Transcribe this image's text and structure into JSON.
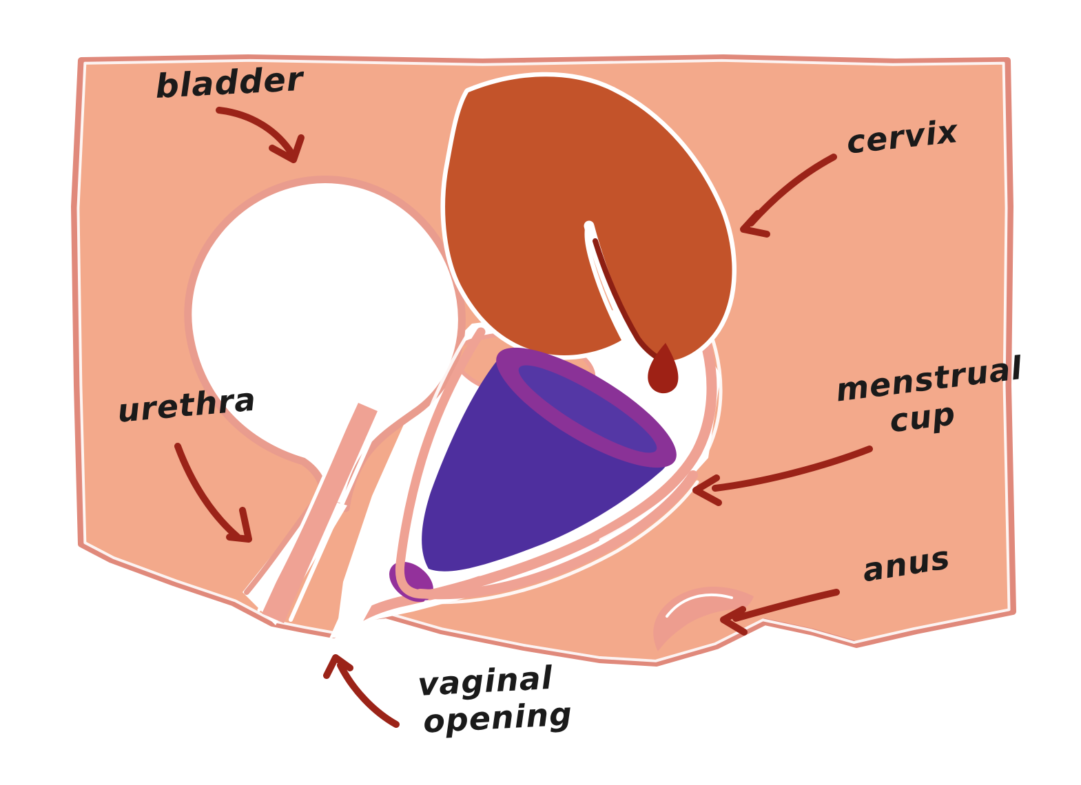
{
  "figure": {
    "kind": "hand-drawn anatomical side-view illustration",
    "subject": "pelvic cross-section showing a menstrual cup worn inside the vagina",
    "labels": {
      "bladder": "bladder",
      "cervix": "cervix",
      "urethra": "urethra",
      "menstrual_cup": {
        "line1": "menstrual",
        "line2": "cup"
      },
      "anus": "anus",
      "vaginal_opening": {
        "line1": "vaginal",
        "line2": "opening"
      }
    }
  },
  "colors": {
    "background": "#ffffff",
    "skin": "#f3a98b",
    "skin-border": "#e0897b",
    "canal-wall": "#efa294",
    "bladder-outline": "#e99c8e",
    "uterus": "#c3532a",
    "blood": "#9e2115",
    "blood-line": "#8d1f13",
    "cup-body": "#4e2f9e",
    "cup-rim": "#8a3297",
    "cup-inner": "#5437a5",
    "cup-stem": "#93319b",
    "anus-fold": "#ed9d8f",
    "arrow": "#9b2318",
    "label-text": "#1a1a1a"
  }
}
